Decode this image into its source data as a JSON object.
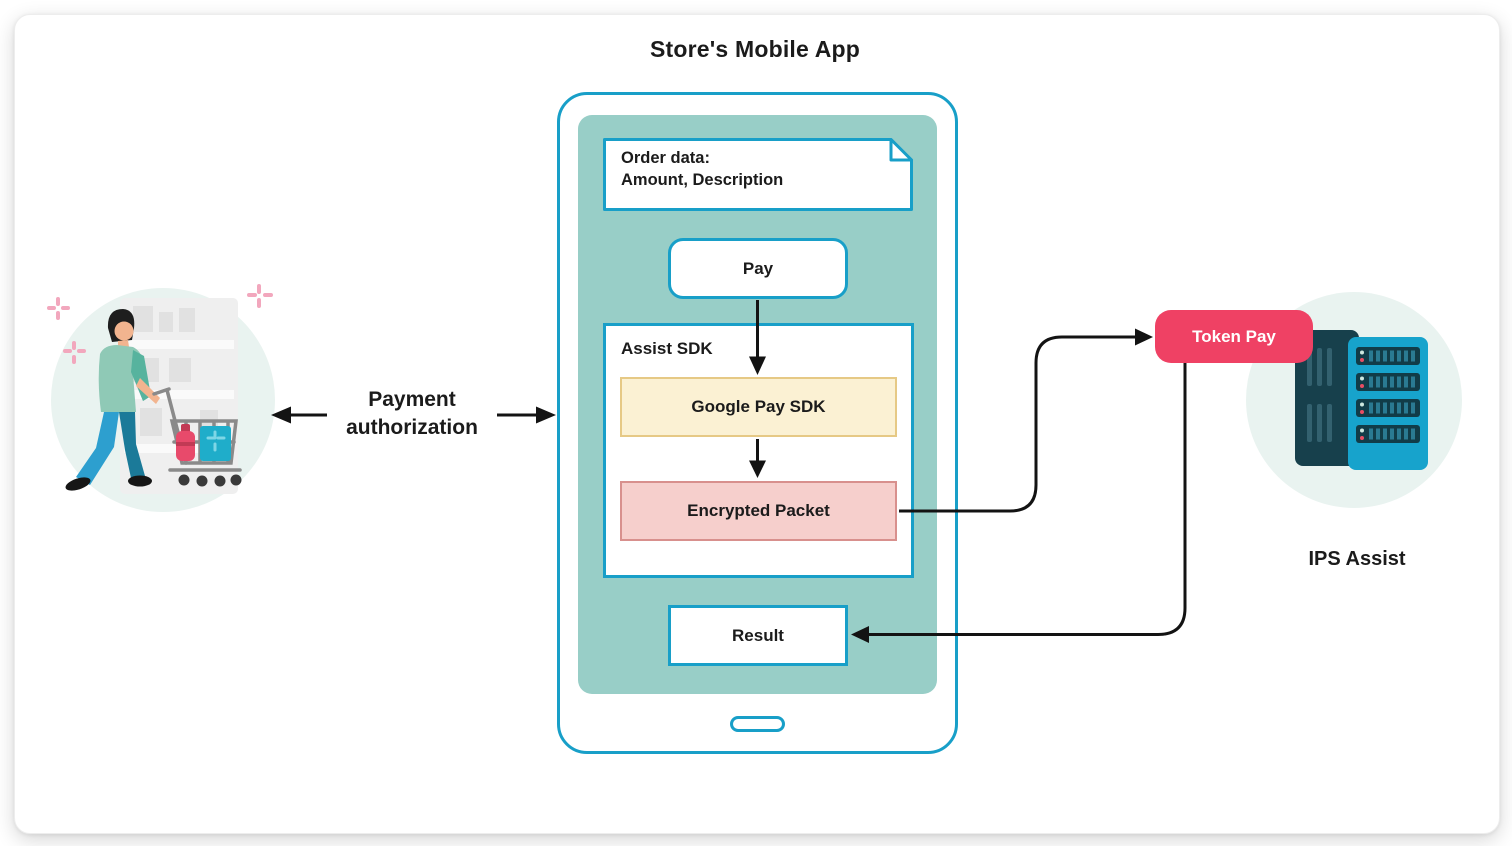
{
  "title": "Store's Mobile App",
  "left": {
    "payment_authorization": "Payment authorization"
  },
  "app": {
    "order_data": {
      "line1": "Order data:",
      "line2": "Amount, Description"
    },
    "pay": "Pay",
    "assist_sdk": "Assist SDK",
    "google_pay_sdk": "Google Pay SDK",
    "encrypted_packet": "Encrypted Packet",
    "result": "Result"
  },
  "ips": {
    "token_pay": "Token Pay",
    "label": "IPS Assist"
  },
  "colors": {
    "accent_cyan": "#189FC8",
    "screen_teal": "#98CEC7",
    "sdk_yellow_fill": "#FBF1D3",
    "sdk_yellow_border": "#E6C985",
    "packet_pink_fill": "#F6CFCC",
    "packet_pink_border": "#D8908D",
    "token_pink": "#EF4164",
    "mint_circle": "#E9F3F0",
    "arrow_black": "#131313"
  }
}
